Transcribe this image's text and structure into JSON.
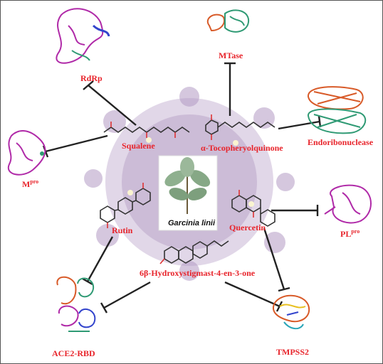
{
  "center": {
    "plant": "Garcinia linii"
  },
  "compounds": {
    "squalene": "Squalene",
    "tocopheryl": "α-Tocopheryolquinone",
    "rutin": "Rutin",
    "quercetin": "Quercetin",
    "hydroxy": "6β-Hydroxystigmast-4-en-3-one"
  },
  "targets": {
    "rdrp": "RdRp",
    "mtase": "MTase",
    "endo": "Endoribonuclease",
    "mpro_base": "M",
    "mpro_sup": "pro",
    "plpro_base": "PL",
    "plpro_sup": "pro",
    "ace2": "ACE2-RBD",
    "tmpss2": "TMPSS2"
  },
  "colors": {
    "label": "#e8242b",
    "virus": "#b39bc4",
    "protein_magenta": "#b02aa8",
    "protein_green": "#2f9a74",
    "protein_orange": "#d85a28",
    "line": "#222222"
  }
}
